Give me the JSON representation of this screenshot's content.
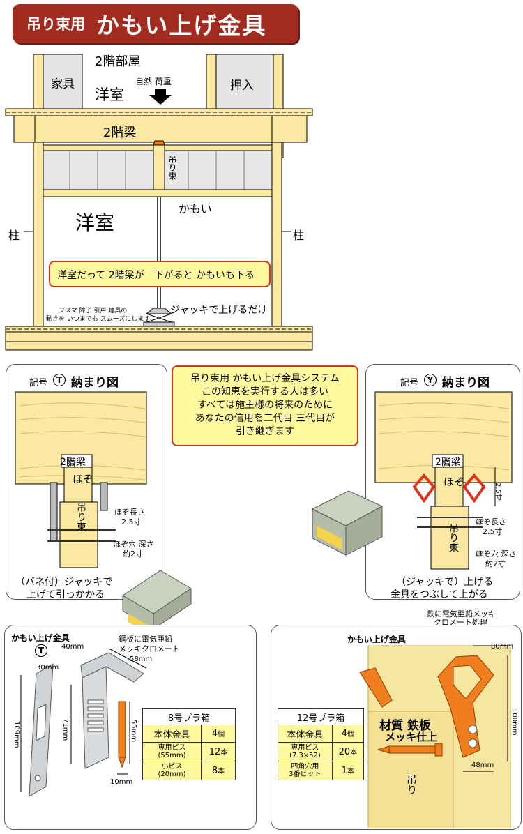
{
  "header": {
    "title_small": "吊り束用",
    "title_big": "かもい上げ金具"
  },
  "top": {
    "room_2f": "2階部屋",
    "furniture": "家具",
    "western_room_upper": "洋室",
    "natural_load": "自然 荷重",
    "closet": "押入",
    "beam_2f": "2階梁",
    "hanging_post": "吊り束",
    "kamoi": "かもい",
    "pillar_left": "柱",
    "pillar_right": "柱",
    "western_room_lower": "洋室",
    "notice": "洋室だって 2階梁が　下がると かもいも下る",
    "jack_note": "ジャッキで上げるだけ",
    "fusuma_note_1": "フスマ 障子 引戸 建具の",
    "fusuma_note_2": "動きを いつまでも スムーズにします"
  },
  "center_box": {
    "lines": [
      "吊り束用 かもい上げ金具システム",
      "この知恵を実行する人は多い",
      "すべては施主様の将来のために",
      "あなたの信用を二代目 三代目が",
      "引き継ぎます"
    ]
  },
  "left_panel": {
    "heading_prefix": "記号",
    "symbol": "T",
    "heading": "納まり図",
    "beam": "2階梁",
    "hole": "穴",
    "tenon": "ほぞ",
    "post": "吊り束",
    "tenon_len_1": "ほぞ長さ",
    "tenon_len_2": "2.5寸",
    "tenon_hole_1": "ほぞ穴 深さ",
    "tenon_hole_2": "約2寸",
    "caption_1": "（バネ付）ジャッキで",
    "caption_2": "上げて引っかかる"
  },
  "right_panel": {
    "heading_prefix": "記号",
    "symbol": "Y",
    "heading": "納まり図",
    "beam": "2階梁",
    "hole": "穴",
    "tenon": "ほぞ",
    "post": "吊り束",
    "dim": "2.5寸",
    "tenon_len_1": "ほぞ長さ",
    "tenon_len_2": "2.5寸",
    "tenon_hole_1": "ほぞ穴 深さ",
    "tenon_hole_2": "約2寸",
    "caption_1": "（ジャッキで）上げる",
    "caption_2": "金具をつぶして上がる"
  },
  "bottom_left": {
    "label": "かもい上げ金具",
    "symbol": "T",
    "material_1": "鋼板に電気亜鉛",
    "material_2": "メッキクロメート",
    "dim_30": "30mm",
    "dim_40": "40mm",
    "dim_58": "58mm",
    "dim_109": "109mm",
    "dim_71": "71mm",
    "dim_55": "55mm",
    "dim_10": "10mm",
    "box_title": "8号プラ箱",
    "rows": [
      {
        "name": "本体金具",
        "qty": "4",
        "unit": "個"
      },
      {
        "name": "専用ビス",
        "sub": "(55mm)",
        "qty": "12",
        "unit": "本"
      },
      {
        "name": "小ビス",
        "sub": "(20mm)",
        "qty": "8",
        "unit": "本"
      }
    ]
  },
  "bottom_right": {
    "label": "かもい上げ金具",
    "symbol": "Y",
    "material_1": "鉄に電気亜鉛メッキ",
    "material_2": "クロメート処理",
    "dim_80": "80mm",
    "dim_100": "100mm",
    "dim_48": "48mm",
    "material_label_1": "材質 鉄板",
    "material_label_2": "メッキ仕上",
    "post": "吊り",
    "box_title": "12号プラ箱",
    "rows": [
      {
        "name": "本体金具",
        "qty": "4",
        "unit": "個"
      },
      {
        "name": "専用ビス",
        "sub": "(7.3×52)",
        "qty": "20",
        "unit": "本"
      },
      {
        "name": "四角穴用",
        "sub": "3番ビット",
        "qty": "1",
        "unit": "本"
      }
    ]
  },
  "colors": {
    "title_bg": "#a12b1e",
    "wood": "#fbe9a3",
    "wall": "#e5e5e5",
    "bracket_orange": "#f07d1e",
    "red": "#e0301e"
  }
}
